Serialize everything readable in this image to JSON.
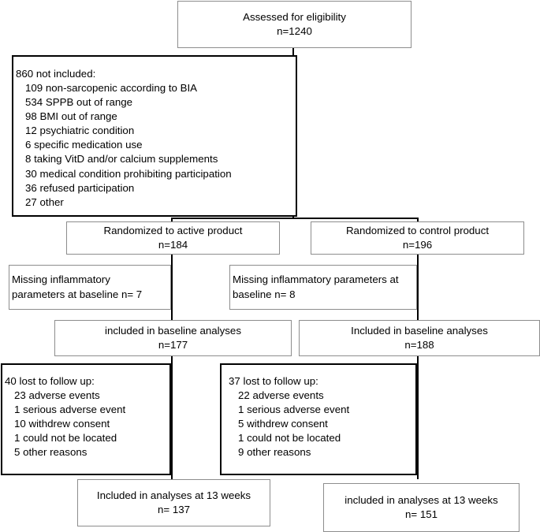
{
  "diagram": {
    "title": "CONSORT participant flow diagram",
    "type": "flowchart",
    "line_color": "#000000",
    "box_border_thin": "#8d8d8d",
    "box_border_thick": "#000000",
    "background": "#ffffff",
    "text_color": "#000000"
  },
  "enrollment": {
    "assessed": {
      "label": "Assessed for eligibility",
      "count": "n=1240"
    },
    "excluded": {
      "heading": "860 not included:",
      "reasons": [
        "109 non-sarcopenic according to BIA",
        "534 SPPB out of range",
        "98 BMI out of range",
        "12 psychiatric condition",
        "6 specific medication use",
        "8 taking VitD and/or calcium supplements",
        "30 medical condition prohibiting participation",
        "36 refused participation",
        "27 other"
      ]
    }
  },
  "arms": {
    "active": {
      "randomized": {
        "label": "Randomized to active product",
        "count": "n=184"
      },
      "missing": {
        "line1": "Missing inflammatory",
        "line2": "parameters at baseline n= 7"
      },
      "baseline": {
        "label": "included in baseline analyses",
        "count": "n=177"
      },
      "lost": {
        "heading": "40 lost to follow up:",
        "reasons": [
          "23 adverse events",
          "1 serious adverse event",
          "10 withdrew consent",
          "1 could not be located",
          "5 other reasons"
        ]
      },
      "final": {
        "label": "Included in analyses at 13 weeks",
        "count": "n= 137"
      }
    },
    "control": {
      "randomized": {
        "label": "Randomized to control product",
        "count": "n=196"
      },
      "missing": {
        "line1": "Missing inflammatory parameters at",
        "line2": "baseline n= 8"
      },
      "baseline": {
        "label": "Included in baseline analyses",
        "count": "n=188"
      },
      "lost": {
        "heading": "37 lost to follow up:",
        "reasons": [
          "22 adverse events",
          "1 serious adverse event",
          "5 withdrew consent",
          "1 could not be located",
          "9 other reasons"
        ]
      },
      "final": {
        "label": "included in analyses at 13 weeks",
        "count": "n= 151"
      }
    }
  }
}
